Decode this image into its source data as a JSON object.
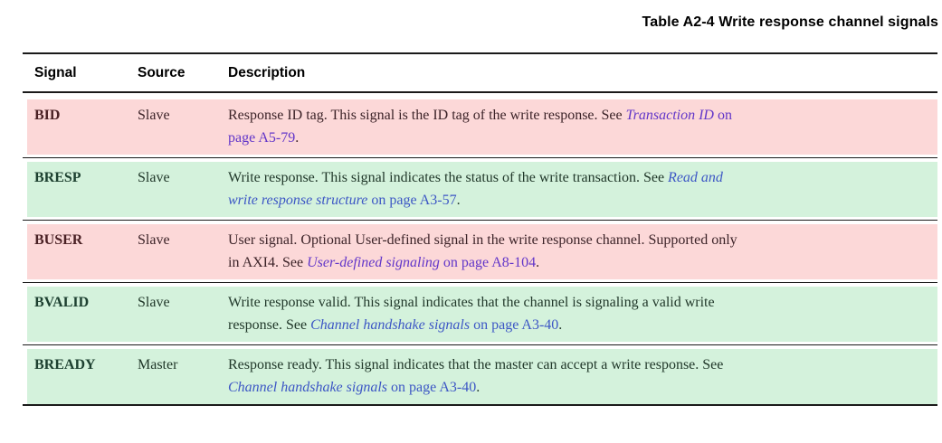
{
  "table": {
    "title": "Table A2-4 Write response channel signals",
    "columns": {
      "signal": "Signal",
      "source": "Source",
      "description": "Description"
    },
    "rows": [
      {
        "signal": "BID",
        "source": "Slave",
        "tone": "pink",
        "desc_lines": [
          [
            {
              "t": "Response ID tag. This signal is the ID tag of the write response. See ",
              "s": "plain"
            },
            {
              "t": "Transaction ID",
              "s": "ref"
            },
            {
              "t": " on",
              "s": "link"
            }
          ],
          [
            {
              "t": "page A5-79",
              "s": "link"
            },
            {
              "t": ".",
              "s": "plain"
            }
          ]
        ]
      },
      {
        "signal": "BRESP",
        "source": "Slave",
        "tone": "green",
        "desc_lines": [
          [
            {
              "t": "Write response. This signal indicates the status of the write transaction. See ",
              "s": "plain"
            },
            {
              "t": "Read and",
              "s": "ref"
            }
          ],
          [
            {
              "t": "write response structure",
              "s": "ref"
            },
            {
              "t": " on page A3-57",
              "s": "link"
            },
            {
              "t": ".",
              "s": "plain"
            }
          ]
        ]
      },
      {
        "signal": "BUSER",
        "source": "Slave",
        "tone": "pink",
        "desc_lines": [
          [
            {
              "t": "User signal. Optional User-defined signal in the write response channel. Supported only",
              "s": "plain"
            }
          ],
          [
            {
              "t": "in AXI4. See ",
              "s": "plain"
            },
            {
              "t": "User-defined signaling",
              "s": "ref"
            },
            {
              "t": " on page A8-104",
              "s": "link"
            },
            {
              "t": ".",
              "s": "plain"
            }
          ]
        ]
      },
      {
        "signal": "BVALID",
        "source": "Slave",
        "tone": "green",
        "desc_lines": [
          [
            {
              "t": "Write response valid. This signal indicates that the channel is signaling a valid write",
              "s": "plain"
            }
          ],
          [
            {
              "t": "response. See ",
              "s": "plain"
            },
            {
              "t": "Channel handshake signals",
              "s": "ref"
            },
            {
              "t": " on page A3-40",
              "s": "link"
            },
            {
              "t": ".",
              "s": "plain"
            }
          ]
        ]
      },
      {
        "signal": "BREADY",
        "source": "Master",
        "tone": "green",
        "desc_lines": [
          [
            {
              "t": "Response ready. This signal indicates that the master can accept a write response. See",
              "s": "plain"
            }
          ],
          [
            {
              "t": "Channel handshake signals",
              "s": "ref"
            },
            {
              "t": " on page A3-40",
              "s": "link"
            },
            {
              "t": ".",
              "s": "plain"
            }
          ]
        ]
      }
    ]
  },
  "colors": {
    "pink_highlight": "#fcd8d8",
    "green_highlight": "#d4f2dc",
    "link_on_pink": "#6236c9",
    "link_on_green": "#3d57c5",
    "pink_text": "#3c2328",
    "green_text": "#21382a",
    "pink_signal_text": "#4a2125",
    "green_signal_text": "#1d4030",
    "rule": "#1a1a1a"
  }
}
